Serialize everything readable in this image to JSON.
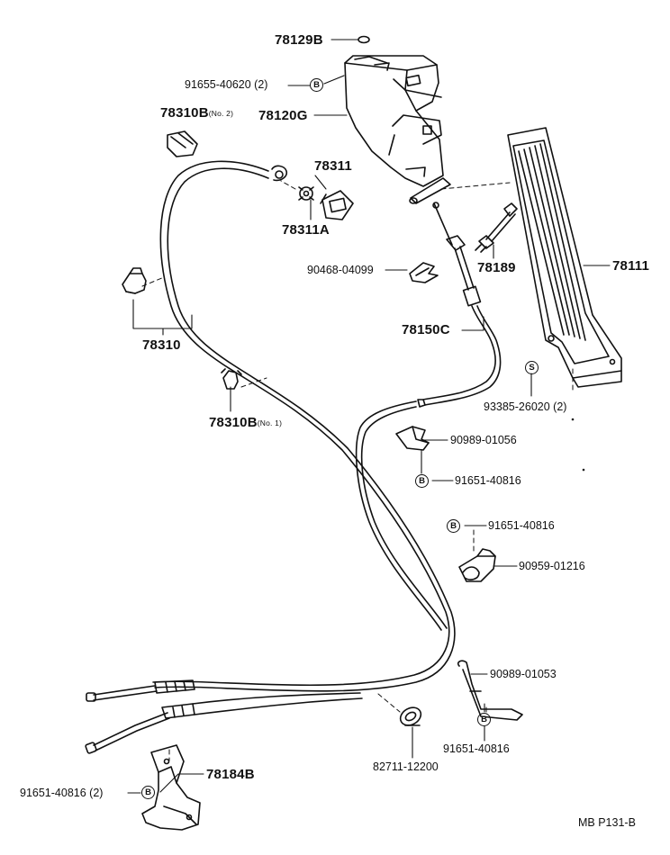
{
  "labels": {
    "p78129B": "78129B",
    "p91655": "91655-40620 (2)",
    "p78310B_no2": "78310B",
    "p78310B_no2_sub": "(No. 2)",
    "p78120G": "78120G",
    "p78311": "78311",
    "p78311A": "78311A",
    "p78189": "78189",
    "p78111": "78111",
    "p90468": "90468-04099",
    "p78310": "78310",
    "p78150C": "78150C",
    "p93385": "93385-26020 (2)",
    "p78310B_no1": "78310B",
    "p78310B_no1_sub": "(No. 1)",
    "p90989_01056": "90989-01056",
    "p91651_a": "91651-40816",
    "p91651_b": "91651-40816",
    "p90959": "90959-01216",
    "p90989_01053": "90989-01053",
    "p91651_c": "91651-40816",
    "p82711": "82711-12200",
    "p78184B": "78184B",
    "p91651_d": "91651-40816 (2)",
    "footer": "MB  P131-B"
  },
  "badges": {
    "b": "B",
    "s": "S"
  }
}
